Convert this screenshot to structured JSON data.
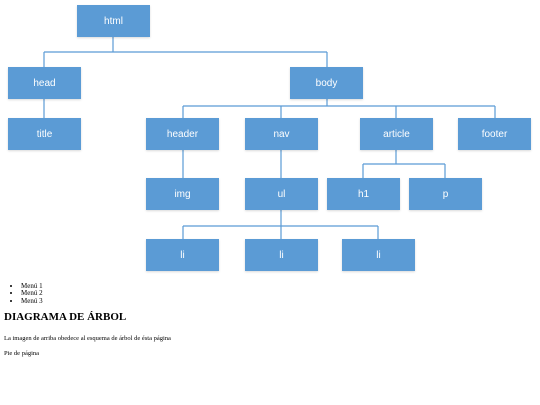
{
  "tree": {
    "nodes": {
      "html": "html",
      "head": "head",
      "body": "body",
      "title": "title",
      "header": "header",
      "nav": "nav",
      "article": "article",
      "footer": "footer",
      "img": "img",
      "ul": "ul",
      "h1": "h1",
      "p": "p",
      "li1": "li",
      "li2": "li",
      "li3": "li"
    },
    "edges": [
      [
        "html",
        "head"
      ],
      [
        "html",
        "body"
      ],
      [
        "head",
        "title"
      ],
      [
        "body",
        "header"
      ],
      [
        "body",
        "nav"
      ],
      [
        "body",
        "article"
      ],
      [
        "body",
        "footer"
      ],
      [
        "header",
        "img"
      ],
      [
        "nav",
        "ul"
      ],
      [
        "article",
        "h1"
      ],
      [
        "article",
        "p"
      ],
      [
        "ul",
        "li1"
      ],
      [
        "ul",
        "li2"
      ],
      [
        "ul",
        "li3"
      ]
    ]
  },
  "menu": [
    "Menú 1",
    "Menú 2",
    "Menú 3"
  ],
  "heading": "DIAGRAMA DE ÁRBOL",
  "description": "La imagen de arriba obedece al esquema de árbol de ésta página",
  "footer": "Pie de página",
  "colors": {
    "node": "#5b9bd5",
    "node_text": "#ffffff"
  }
}
